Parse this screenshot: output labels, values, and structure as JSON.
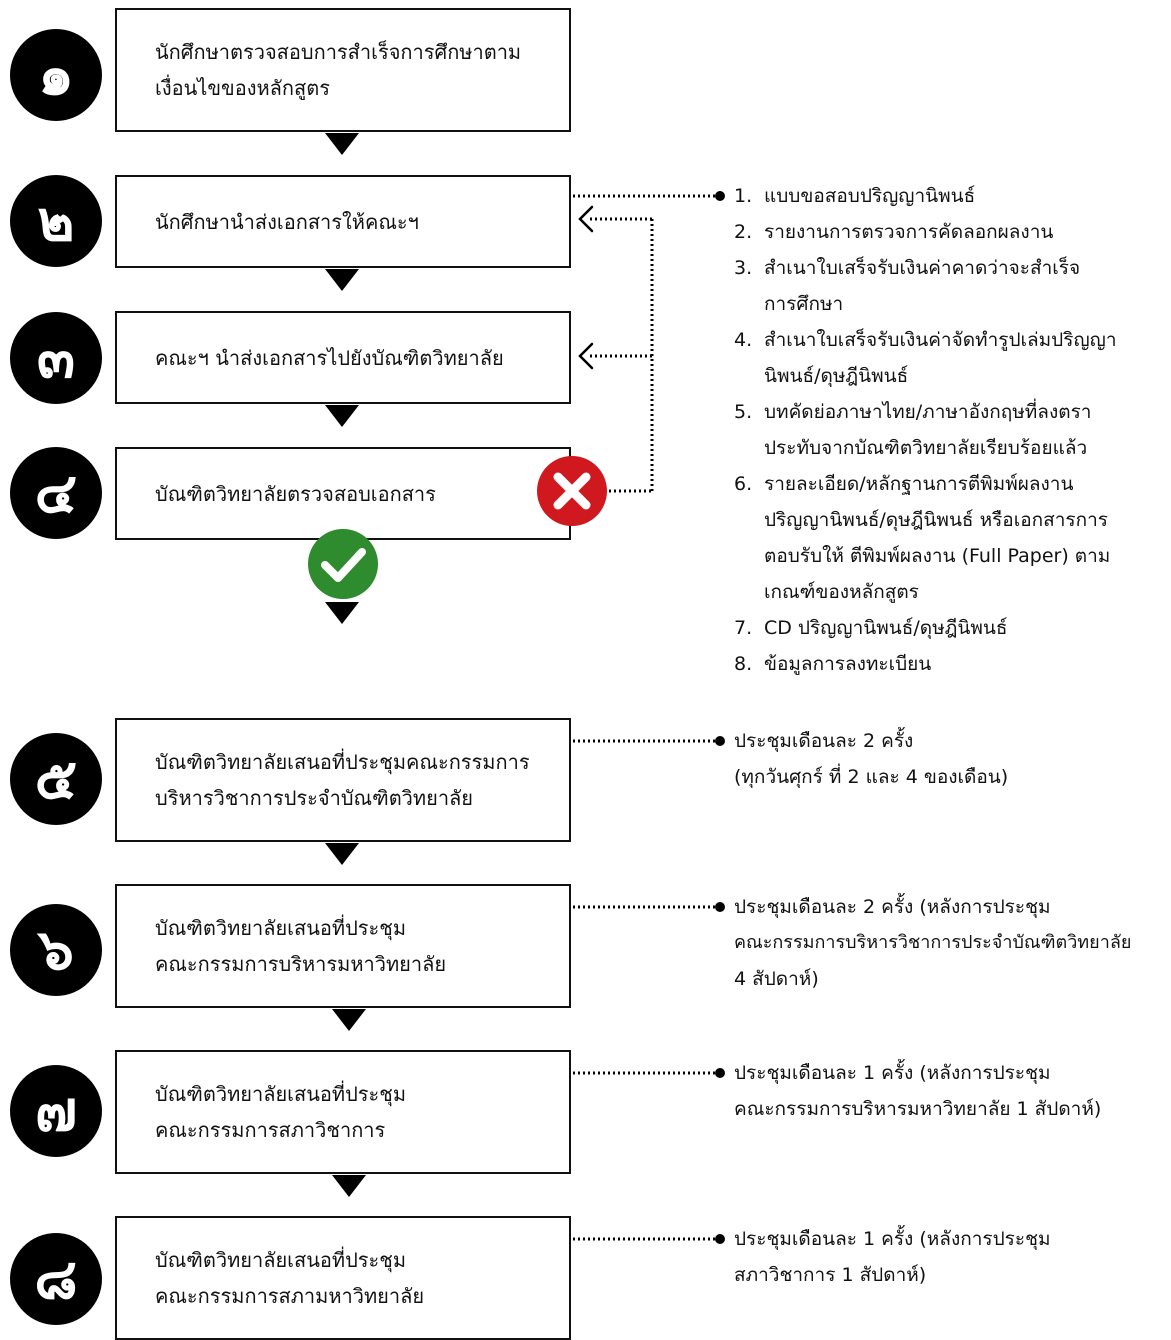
{
  "steps": [
    {
      "numeral": "๑",
      "lines": [
        "นักศึกษาตรวจสอบการสำเร็จการศึกษาตาม",
        "เงื่อนไขของหลักสูตร"
      ]
    },
    {
      "numeral": "๒",
      "lines": [
        "นักศึกษานำส่งเอกสารให้คณะฯ"
      ]
    },
    {
      "numeral": "๓",
      "lines": [
        "คณะฯ นำส่งเอกสารไปยังบัณฑิตวิทยาลัย"
      ]
    },
    {
      "numeral": "๔",
      "lines": [
        "บัณฑิตวิทยาลัยตรวจสอบเอกสาร"
      ]
    },
    {
      "numeral": "๕",
      "lines": [
        "บัณฑิตวิทยาลัยเสนอที่ประชุมคณะกรรมการ",
        "บริหารวิชาการประจำบัณฑิตวิทยาลัย"
      ]
    },
    {
      "numeral": "๖",
      "lines": [
        "บัณฑิตวิทยาลัยเสนอที่ประชุม",
        "คณะกรรมการบริหารมหาวิทยาลัย"
      ]
    },
    {
      "numeral": "๗",
      "lines": [
        "บัณฑิตวิทยาลัยเสนอที่ประชุม",
        "คณะกรรมการสภาวิชาการ"
      ]
    },
    {
      "numeral": "๘",
      "lines": [
        "บัณฑิตวิทยาลัยเสนอที่ประชุม",
        "คณะกรรมการสภามหาวิทยาลัย"
      ]
    }
  ],
  "documents": [
    {
      "num": "1.",
      "lines": [
        "แบบขอสอบปริญญานิพนธ์"
      ]
    },
    {
      "num": "2.",
      "lines": [
        "รายงานการตรวจการคัดลอกผลงาน"
      ]
    },
    {
      "num": "3.",
      "lines": [
        "สำเนาใบเสร็จรับเงินค่าคาดว่าจะสำเร็จ",
        "การศึกษา"
      ]
    },
    {
      "num": "4.",
      "lines": [
        "สำเนาใบเสร็จรับเงินค่าจัดทำรูปเล่มปริญญา",
        "นิพนธ์/ดุษฎีนิพนธ์"
      ]
    },
    {
      "num": "5.",
      "lines": [
        "บทคัดย่อภาษาไทย/ภาษาอังกฤษที่ลงตรา",
        "ประทับจากบัณฑิตวิทยาลัยเรียบร้อยแล้ว"
      ]
    },
    {
      "num": "6.",
      "lines": [
        "รายละเอียด/หลักฐานการตีพิมพ์ผลงาน",
        "ปริญญานิพนธ์/ดุษฎีนิพนธ์ หรือเอกสารการ",
        "ตอบรับให้ ตีพิมพ์ผลงาน (Full Paper) ตาม",
        "เกณฑ์ของหลักสูตร"
      ]
    },
    {
      "num": "7.",
      "lines": [
        "CD ปริญญานิพนธ์/ดุษฎีนิพนธ์"
      ]
    },
    {
      "num": "8.",
      "lines": [
        "ข้อมูลการลงทะเบียน"
      ]
    }
  ],
  "meeting_notes": [
    {
      "lines": [
        "ประชุมเดือนละ 2 ครั้ง",
        "(ทุกวันศุกร์ ที่ 2 และ 4 ของเดือน)"
      ]
    },
    {
      "lines": [
        "ประชุมเดือนละ 2 ครั้ง (หลังการประชุม",
        "คณะกรรมการบริหารวิชาการประจำบัณฑิตวิทยาลัย",
        "4 สัปดาห์)"
      ]
    },
    {
      "lines": [
        "ประชุมเดือนละ 1 ครั้ง (หลังการประชุม",
        "คณะกรรมการบริหารมหาวิทยาลัย 1 สัปดาห์)"
      ]
    },
    {
      "lines": [
        "ประชุมเดือนละ 1 ครั้ง (หลังการประชุม",
        "สภาวิชาการ 1 สัปดาห์)"
      ]
    }
  ],
  "colors": {
    "reject": "#d0191f",
    "approve": "#2e8b2e"
  }
}
